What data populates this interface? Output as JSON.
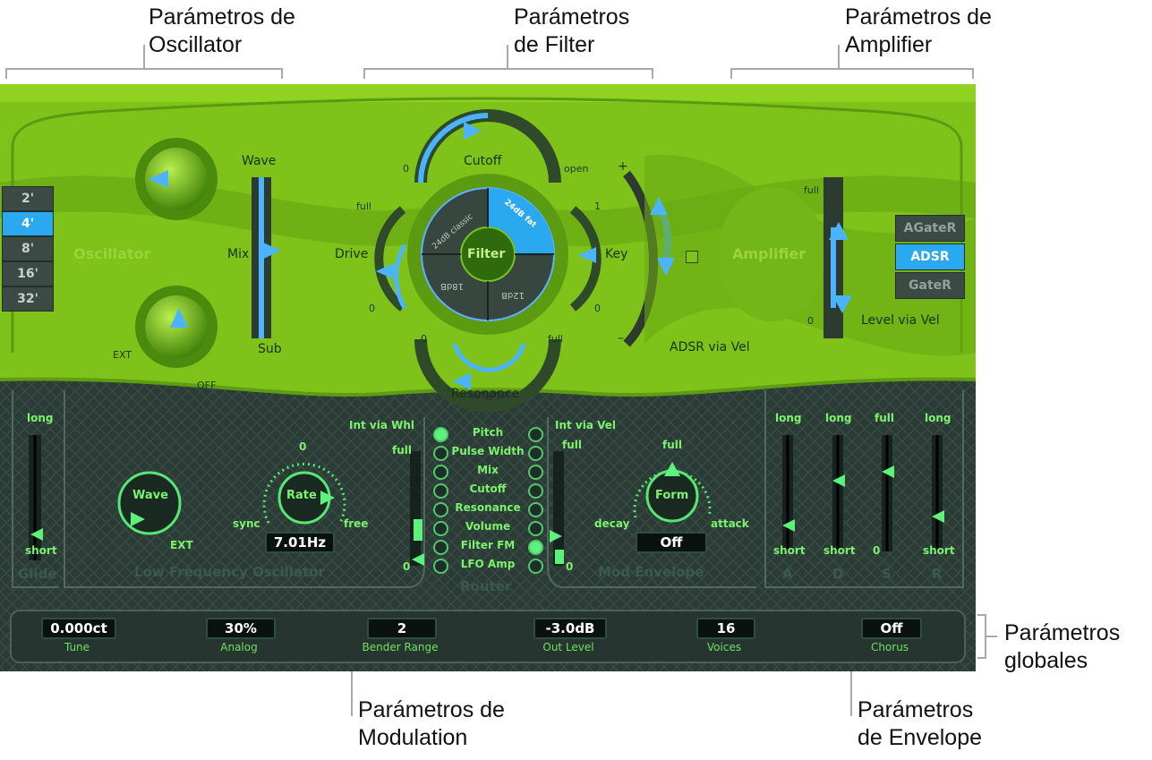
{
  "callouts": {
    "oscillator": "Parámetros de\nOscillator",
    "filter": "Parámetros\nde Filter",
    "amplifier": "Parámetros de\nAmplifier",
    "globales": "Parámetros\nglobales",
    "modulation": "Parámetros de\nModulation",
    "envelope": "Parámetros\nde Envelope"
  },
  "oscillator": {
    "label": "Oscillator",
    "octave_buttons": [
      "2'",
      "4'",
      "8'",
      "16'",
      "32'"
    ],
    "octave_selected": 1,
    "wave_label": "Wave",
    "mix_label": "Mix",
    "sub_label": "Sub",
    "sub_ext": "EXT",
    "sub_off": "OFF"
  },
  "filter": {
    "cutoff_label": "Cutoff",
    "cutoff_min": "0",
    "cutoff_max": "open",
    "drive_label": "Drive",
    "drive_full": "full",
    "drive_zero": "0",
    "key_label": "Key",
    "key_one": "1",
    "key_zero": "0",
    "resonance_label": "Resonance",
    "res_min": "0",
    "res_max": "full",
    "center_label": "Filter",
    "mode_24_classic": "24dB classic",
    "mode_24_fat": "24dB fat",
    "mode_18": "18dB",
    "mode_12": "12dB",
    "env_plus": "+",
    "env_minus": "–",
    "env_label": "ADSR via Vel"
  },
  "amplifier": {
    "label": "Amplifier",
    "full": "full",
    "zero": "0",
    "level_label": "Level via Vel",
    "env_modes": [
      "AGateR",
      "ADSR",
      "GateR"
    ],
    "env_selected": 1
  },
  "glide": {
    "label": "Glide",
    "long": "long",
    "short": "short"
  },
  "lfo": {
    "label": "Low Frequency Oscillator",
    "wave_label": "Wave",
    "wave_ext": "EXT",
    "rate_label": "Rate",
    "rate_zero": "0",
    "rate_sync": "sync",
    "rate_free": "free",
    "rate_value": "7.01Hz",
    "int_label": "Int via Whl",
    "int_full": "full",
    "int_zero": "0"
  },
  "router": {
    "label": "Router",
    "items": [
      "Pitch",
      "Pulse Width",
      "Mix",
      "Cutoff",
      "Resonance",
      "Volume",
      "Filter FM",
      "LFO Amp"
    ],
    "left_active": 0,
    "right_active": 6
  },
  "mod_envelope": {
    "label": "Mod Envelope",
    "int_label": "Int via Vel",
    "int_full": "full",
    "int_zero": "0",
    "form_label": "Form",
    "form_full": "full",
    "form_decay": "decay",
    "form_attack": "attack",
    "form_value": "Off"
  },
  "envelope": {
    "sliders": [
      {
        "top": "long",
        "bottom": "short",
        "letter": "A"
      },
      {
        "top": "long",
        "bottom": "short",
        "letter": "D"
      },
      {
        "top": "full",
        "bottom": "0",
        "letter": "S"
      },
      {
        "top": "long",
        "bottom": "short",
        "letter": "R"
      }
    ]
  },
  "globals": [
    {
      "value": "0.000ct",
      "label": "Tune"
    },
    {
      "value": "30%",
      "label": "Analog"
    },
    {
      "value": "2",
      "label": "Bender Range"
    },
    {
      "value": "-3.0dB",
      "label": "Out Level"
    },
    {
      "value": "16",
      "label": "Voices"
    },
    {
      "value": "Off",
      "label": "Chorus"
    }
  ],
  "colors": {
    "lime": "#7ec21a",
    "dark_panel": "#2a3a34",
    "accent_blue": "#2aa8f0",
    "led_green": "#5df27c"
  }
}
